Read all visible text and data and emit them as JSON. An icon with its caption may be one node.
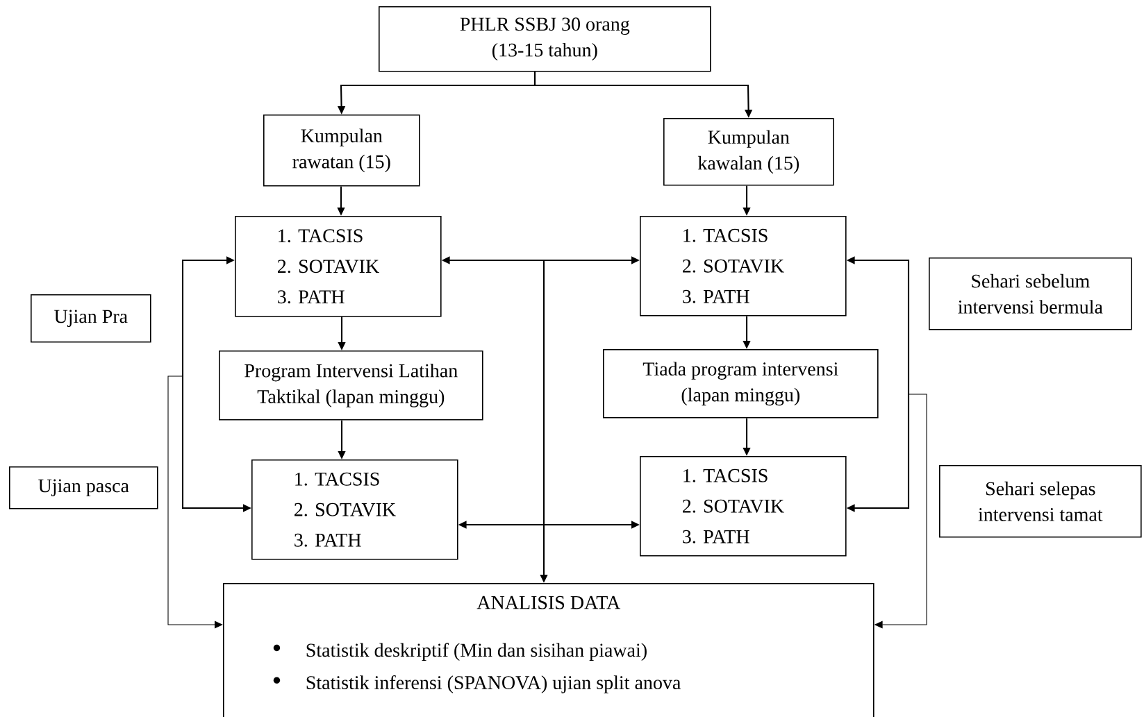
{
  "diagram": {
    "nodes": [
      {
        "text": [
          "PHLR SSBJ 30 orang (13-15 tahun)"
        ]
      },
      {
        "text": [
          "Kumpulan rawatan (15)"
        ]
      },
      {
        "text": [
          "Kumpulan kawalan (15)"
        ]
      },
      {
        "text": [
          "Ujian Pra"
        ]
      },
      {
        "text": [
          "1. TACSIS",
          "2. SOTAVIK",
          "3. PATH"
        ]
      },
      {
        "text": [
          "1. TACSIS",
          "2. SOTAVIK",
          "3. PATH"
        ]
      },
      {
        "text": [
          "Sehari sebelum intervensi bermula"
        ]
      },
      {
        "text": [
          "Program Intervensi Latihan Taktikal (lapan minggu)"
        ]
      },
      {
        "text": [
          "Tiada program intervensi (lapan minggu)"
        ]
      },
      {
        "text": [
          "Ujian pasca"
        ]
      },
      {
        "text": [
          "1. TACSIS",
          "2. SOTAVIK",
          "3. PATH"
        ]
      },
      {
        "text": [
          "1. TACSIS",
          "2. SOTAVIK",
          "3. PATH"
        ]
      },
      {
        "text": [
          "Sehari selepas intervensi tamat"
        ]
      },
      {
        "text": [
          "ANALISIS DATA",
          "Statistik deskriptif (Min dan sisihan piawai)",
          "Statistik inferensi (SPANOVA) ujian split anova"
        ]
      }
    ],
    "edges": [
      {
        "from": 0,
        "to": 1,
        "arrow": "to"
      },
      {
        "from": 0,
        "to": 2,
        "arrow": "to"
      },
      {
        "from": 1,
        "to": 4,
        "arrow": "to"
      },
      {
        "from": 2,
        "to": 5,
        "arrow": "to"
      },
      {
        "from": 4,
        "to": 7,
        "arrow": "to"
      },
      {
        "from": 5,
        "to": 8,
        "arrow": "to"
      },
      {
        "from": 7,
        "to": 10,
        "arrow": "to"
      },
      {
        "from": 8,
        "to": 11,
        "arrow": "to"
      },
      {
        "from": 4,
        "to": 5,
        "arrow": "both"
      },
      {
        "from": 10,
        "to": 11,
        "arrow": "both"
      },
      {
        "from": null,
        "to": 13,
        "arrow": "to"
      },
      {
        "from": null,
        "to": 4,
        "arrow": "to"
      },
      {
        "from": null,
        "to": 10,
        "arrow": "to"
      },
      {
        "from": null,
        "to": 13,
        "arrow": "to"
      },
      {
        "from": null,
        "to": 5,
        "arrow": "to"
      },
      {
        "from": null,
        "to": 11,
        "arrow": "to"
      },
      {
        "from": null,
        "to": 13,
        "arrow": "to"
      }
    ]
  }
}
